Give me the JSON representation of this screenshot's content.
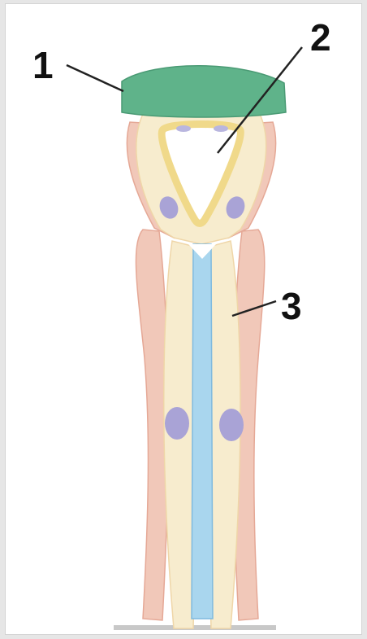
{
  "labels": {
    "one": "1",
    "two": "2",
    "three": "3"
  },
  "colors": {
    "cap": "#5fb38a",
    "body": "#f7ecce",
    "sheath": "#f1c8b9",
    "channel": "#a9d6ee",
    "nucleus": "#a9a3d6",
    "line": "#222222"
  }
}
